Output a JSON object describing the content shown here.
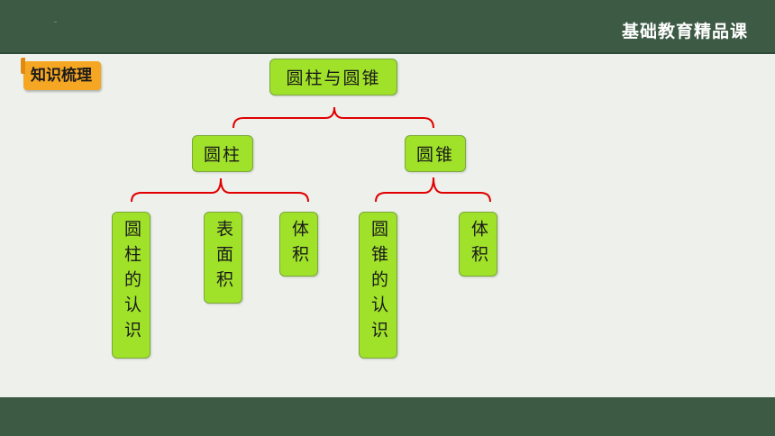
{
  "header": {
    "brand": "基础教育精品课"
  },
  "section_tag": "知识梳理",
  "tree": {
    "root": "圆柱与圆锥",
    "cylinder": {
      "label": "圆柱",
      "children": [
        "圆柱的认识",
        "表面积",
        "体积"
      ]
    },
    "cone": {
      "label": "圆锥",
      "children": [
        "圆锥的认识",
        "体积"
      ]
    }
  },
  "colors": {
    "bar": "#3d5a45",
    "node_fill": "#a0e12a",
    "brace": "#e00000",
    "tag": "#f5a623"
  }
}
